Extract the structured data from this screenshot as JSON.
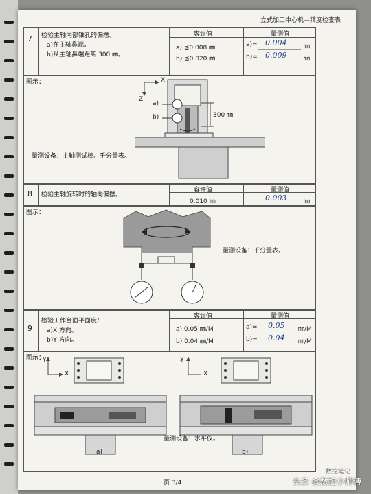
{
  "header": "立式加工中心机—精度检查表",
  "footer": "页 3/4",
  "watermark": "头条 @数控小师傅",
  "watermark_corner": "数控笔记",
  "col_headers": {
    "tolerance": "容许值",
    "measured": "量测值"
  },
  "item7": {
    "num": "7",
    "title": "检验主轴内部锥孔的偏摆。",
    "line_a": "a)在主轴鼻端。",
    "line_b": "b)从主轴鼻端距离 300 ㎜。",
    "tol_a": "a) ≦0.008 ㎜",
    "tol_b": "b) ≦0.020 ㎜",
    "meas_a_prefix": "a)=",
    "meas_a": "0.004",
    "meas_b_prefix": "b)=",
    "meas_b": "0.009",
    "unit": "㎜",
    "fig_label": "图示：",
    "axis_x": "X",
    "axis_z": "Z",
    "dim_label": "300 ㎜",
    "mark_a": "a)",
    "mark_b": "b)",
    "equipment": "量测设备：主轴测试棒、千分量表。"
  },
  "item8": {
    "num": "8",
    "title": "检验主轴旋转时的轴向偏摆。",
    "tol": "0.010 ㎜",
    "meas": "0.003",
    "unit": "㎜",
    "fig_label": "图示：",
    "equipment": "量测设备：千分量表。"
  },
  "item9": {
    "num": "9",
    "title": "检验工作台面平面度：",
    "line_a": "a)X 方向。",
    "line_b": "b)Y 方向。",
    "tol_a": "a) 0.05 ㎜/M",
    "tol_b": "b) 0.04 ㎜/M",
    "meas_a_prefix": "a)=",
    "meas_a": "0.05",
    "meas_b_prefix": "b)=",
    "meas_b": "0.04",
    "unit": "㎜/M",
    "fig_label": "图示：",
    "axis_y": "Y",
    "axis_neg_y": "-Y",
    "axis_x": "X",
    "equipment": "量测设备：水平仪。",
    "caption_a": "a)",
    "caption_b": "b)"
  }
}
